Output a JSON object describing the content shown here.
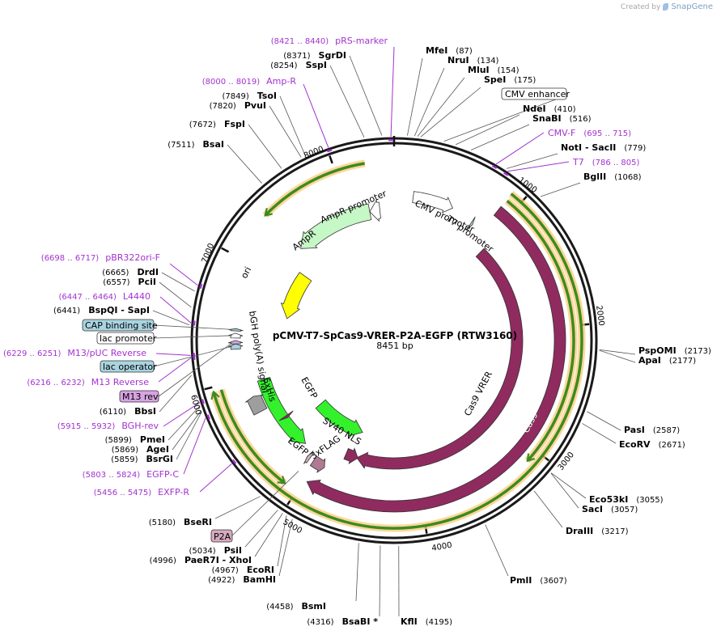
{
  "branding": {
    "created_by": "Created by",
    "app": "SnapGene"
  },
  "plasmid": {
    "name": "pCMV-T7-SpCas9-VRER-P2A-EGFP (RTW3160)",
    "length_label": "8451 bp",
    "length": 8451
  },
  "ticks": [
    "1000",
    "2000",
    "3000",
    "4000",
    "5000",
    "6000",
    "7000",
    "8000"
  ],
  "sites": [
    {
      "name": "MfeI",
      "pos": "(87)"
    },
    {
      "name": "NruI",
      "pos": "(134)"
    },
    {
      "name": "MluI",
      "pos": "(154)"
    },
    {
      "name": "SpeI",
      "pos": "(175)"
    },
    {
      "name": "NdeI",
      "pos": "(410)"
    },
    {
      "name": "SnaBI",
      "pos": "(516)"
    },
    {
      "name": "NotI  - SacII",
      "pos": "(779)"
    },
    {
      "name": "BglII",
      "pos": "(1068)"
    },
    {
      "name": "PspOMI",
      "pos": "(2173)"
    },
    {
      "name": "ApaI",
      "pos": "(2177)"
    },
    {
      "name": "PasI",
      "pos": "(2587)"
    },
    {
      "name": "EcoRV",
      "pos": "(2671)"
    },
    {
      "name": "Eco53kI",
      "pos": "(3055)"
    },
    {
      "name": "SacI",
      "pos": "(3057)"
    },
    {
      "name": "DraIII",
      "pos": "(3217)"
    },
    {
      "name": "PmlI",
      "pos": "(3607)"
    },
    {
      "name": "KflI",
      "pos": "(4195)"
    },
    {
      "name": "BsaBI *",
      "pos": "(4316)"
    },
    {
      "name": "BsmI",
      "pos": "(4458)"
    },
    {
      "name": "BamHI",
      "pos": "(4922)"
    },
    {
      "name": "EcoRI",
      "pos": "(4967)"
    },
    {
      "name": "PaeR7I  - XhoI",
      "pos": "(4996)"
    },
    {
      "name": "PsiI",
      "pos": "(5034)"
    },
    {
      "name": "BseRI",
      "pos": "(5180)"
    },
    {
      "name": "BsrGI",
      "pos": "(5859)"
    },
    {
      "name": "AgeI",
      "pos": "(5869)"
    },
    {
      "name": "PmeI",
      "pos": "(5899)"
    },
    {
      "name": "BbsI",
      "pos": "(6110)"
    },
    {
      "name": "BspQI    - SapI",
      "pos": "(6441)"
    },
    {
      "name": "PciI",
      "pos": "(6557)"
    },
    {
      "name": "DrdI",
      "pos": "(6665)"
    },
    {
      "name": "BsaI",
      "pos": "(7511)"
    },
    {
      "name": "FspI",
      "pos": "(7672)"
    },
    {
      "name": "PvuI",
      "pos": "(7820)"
    },
    {
      "name": "TsoI",
      "pos": "(7849)"
    },
    {
      "name": "SspI",
      "pos": "(8254)"
    },
    {
      "name": "SgrDI",
      "pos": "(8371)"
    }
  ],
  "primers": [
    {
      "range": "(8421 .. 8440)",
      "name": "pRS-marker"
    },
    {
      "range": "(8000 .. 8019)",
      "name": "Amp-R"
    },
    {
      "range": "(695 .. 715)",
      "name": "CMV-F"
    },
    {
      "range": "(786 .. 805)",
      "name": "T7"
    },
    {
      "range": "(6698 .. 6717)",
      "name": "pBR322ori-F"
    },
    {
      "range": "(6447 .. 6464)",
      "name": "L4440"
    },
    {
      "range": "(6229 .. 6251)",
      "name": "M13/pUC Reverse"
    },
    {
      "range": "(6216 .. 6232)",
      "name": "M13 Reverse"
    },
    {
      "range": "(5915 .. 5932)",
      "name": "BGH-rev"
    },
    {
      "range": "(5803 .. 5824)",
      "name": "EGFP-C"
    },
    {
      "range": "(5456 .. 5475)",
      "name": "EXFP-R"
    }
  ],
  "boxed_labels": [
    {
      "text": "CMV enhancer"
    },
    {
      "text": "CAP binding site"
    },
    {
      "text": "lac promoter"
    },
    {
      "text": "lac operator"
    },
    {
      "text": "M13 rev"
    },
    {
      "text": "P2A"
    }
  ],
  "features": [
    {
      "label": "CMV promoter",
      "color": "#ffffff"
    },
    {
      "label": "T7 promoter",
      "color": "#ffffff"
    },
    {
      "label": "Cas9 VRER",
      "color": "#8f2b5f"
    },
    {
      "label": "Cas9",
      "color": "#8f2b5f"
    },
    {
      "label": "SV40 NLS",
      "color": "#8f2b5f"
    },
    {
      "label": "EGFP",
      "color": "#33f22c"
    },
    {
      "label": "3xFLAG",
      "color": "#b07a94"
    },
    {
      "label": "6xHis",
      "color": "#8f2b5f"
    },
    {
      "label": "bGH poly(A) signal",
      "color": "#9e9e9e"
    },
    {
      "label": "ori",
      "color": "#ffff00"
    },
    {
      "label": "AmpR",
      "color": "#c6f7c6"
    },
    {
      "label": "AmpR promoter",
      "color": "#ffffff"
    }
  ]
}
